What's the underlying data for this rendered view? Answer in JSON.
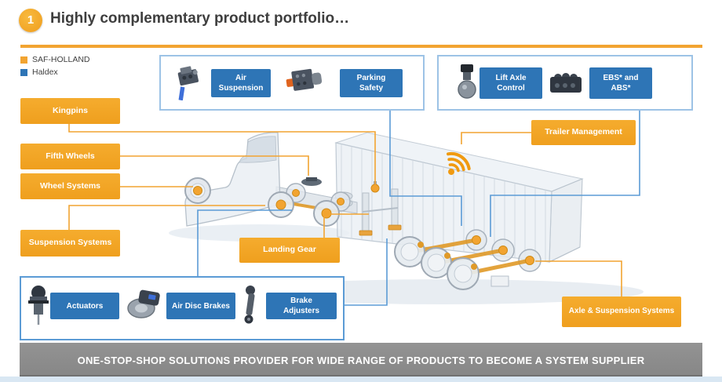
{
  "slide": {
    "step_badge": "1",
    "title": "Highly complementary product portfolio…",
    "footer_banner": "ONE-STOP-SHOP SOLUTIONS PROVIDER FOR WIDE RANGE OF PRODUCTS TO BECOME A SYSTEM SUPPLIER"
  },
  "legend": {
    "items": [
      {
        "label": "SAF-HOLLAND",
        "color": "#F2A431"
      },
      {
        "label": "Haldex",
        "color": "#2E75B6"
      }
    ]
  },
  "saf_holland_products": {
    "kingpins": "Kingpins",
    "fifth_wheels": "Fifth Wheels",
    "wheel_systems": "Wheel Systems",
    "suspension_systems": "Suspension Systems",
    "landing_gear": "Landing Gear",
    "trailer_management": "Trailer Management",
    "axle_suspension_systems": "Axle & Suspension Systems"
  },
  "haldex_products": {
    "air_suspension": "Air Suspension",
    "parking_safety": "Parking Safety",
    "lift_axle_control": "Lift Axle Control",
    "ebs_abs": "EBS* and ABS*",
    "actuators": "Actuators",
    "air_disc_brakes": "Air Disc Brakes",
    "brake_adjusters": "Brake Adjusters"
  },
  "colors": {
    "saf_orange": "#F2A431",
    "haldex_blue": "#2E75B6",
    "group_border_light": "#9DC3E6",
    "connector_blue": "#5B9BD5",
    "banner_gray": "#8A8A8A"
  },
  "icons": {
    "telematics": "wifi-icon",
    "products": [
      "air-suspension-valve",
      "parking-safety-valve",
      "lift-axle-valve",
      "ebs-module",
      "actuator",
      "air-disc-brake",
      "brake-adjuster"
    ]
  }
}
